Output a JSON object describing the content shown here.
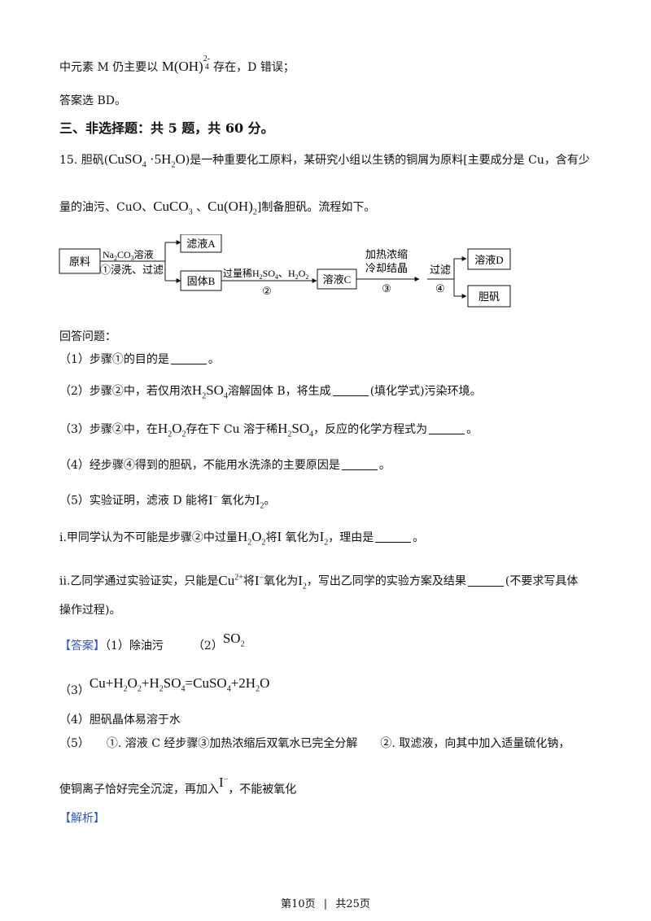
{
  "lines": {
    "l1_a": "中元素 M 仍主要以",
    "l1_f": "M(OH)",
    "l1_sup": "2-",
    "l1_sub": "4",
    "l1_b": " 存在，D 错误；",
    "l2": "答案选 BD。",
    "section_title": "三、非选择题：共 5 题，共 60 分。",
    "q15_a": "15. 胆矾(",
    "q15_f1": "CuSO",
    "q15_f1sub": "4",
    "q15_dot": " ·5H",
    "q15_f2sub": "2",
    "q15_o": "O",
    "q15_b": ")是一种重要化工原料，某研究小组以生锈的铜屑为原料[主要成分是 Cu，含有少",
    "q15b_a": "量的油污、CuO、",
    "q15b_f1": "CuCO",
    "q15b_f1sub": "3",
    "q15b_sep": " 、",
    "q15b_f2": "Cu(OH)",
    "q15b_f2sub": "2",
    "q15b_b": "]制备胆矾。流程如下。",
    "answer_intro": "回答问题：",
    "q1": "（1）步骤①的目的是",
    "q1_end": "。",
    "q2_a": "（2）步骤②中，若仅用浓",
    "q2_f": "H",
    "q2_fsub1": "2",
    "q2_f2": "SO",
    "q2_fsub2": "4",
    "q2_b": "溶解固体 B，将生成",
    "q2_c": "(填化学式)污染环境。",
    "q3_a": "（3）步骤②中，在",
    "q3_f1": "H",
    "q3_f1s": "2",
    "q3_f1b": "O",
    "q3_f1bs": "2",
    "q3_b": "存在下 Cu 溶于稀",
    "q3_f2": "H",
    "q3_f2s": "2",
    "q3_f2b": "SO",
    "q3_f2bs": "4",
    "q3_c": "，反应的化学方程式为",
    "q3_end": "。",
    "q4_a": "（4）经步骤④得到的胆矾，不能用水洗涤的主要原因是",
    "q4_end": "。",
    "q5_a": "（5）实验证明，滤液 D 能将",
    "q5_f1": "I",
    "q5_f1sup": "−",
    "q5_b": " 氧化为",
    "q5_f2": "I",
    "q5_f2sub": "2",
    "q5_end": "。",
    "qi_a": "i.甲同学认为不可能是步骤②中过量",
    "qi_f1": "H",
    "qi_f1s": "2",
    "qi_f1b": "O",
    "qi_f1bs": "2",
    "qi_b": "将",
    "qi_f2": "I",
    "qi_c": " 氧化为",
    "qi_f3": "I",
    "qi_f3s": "2",
    "qi_d": "，理由是",
    "qi_end": "。",
    "qii_a": "ii.乙同学通过实验证实，只能是",
    "qii_f1": "Cu",
    "qii_f1sup": "2+",
    "qii_b": "将",
    "qii_f2": "I",
    "qii_f2sup": "−",
    "qii_c": "氧化为",
    "qii_f3": "I",
    "qii_f3s": "2",
    "qii_d": "，写出乙同学的实验方案及结果",
    "qii_e": "(不要求写具体",
    "qii_cont": "操作过程)。",
    "ans_tag": "【答案】",
    "ans1": "（1）除油污",
    "ans2": "（2）",
    "ans2_f": "SO",
    "ans2_fs": "2",
    "ans3": "（3）",
    "ans3_f": "Cu+H",
    "ans3_s1": "2",
    "ans3_f2": "O",
    "ans3_s2": "2",
    "ans3_f3": "+H",
    "ans3_s3": "2",
    "ans3_f4": "SO",
    "ans3_s4": "4",
    "ans3_f5": "=CuSO",
    "ans3_s5": "4",
    "ans3_f6": "+2H",
    "ans3_s6": "2",
    "ans3_f7": "O",
    "ans4": "（4）胆矾晶体易溶于水",
    "ans5": "（5）　　①. 溶液 C 经步骤③加热浓缩后双氧水已完全分解　　②. 取滤液，向其中加入适量硫化钠，",
    "ans5_cont_a": "使铜离子恰好完全沉淀，再加入",
    "ans5_f": "I",
    "ans5_fsup": "−",
    "ans5_cont_b": "，不能被氧化",
    "analysis_tag": "【解析】"
  },
  "flow": {
    "raw": "原料",
    "reagent1_a": "Na",
    "reagent1_s1": "2",
    "reagent1_b": "CO",
    "reagent1_s2": "3",
    "reagent1_c": "溶液",
    "step1": "①浸洗、过滤",
    "filtrate_a": "滤液A",
    "solid_b": "固体B",
    "reagent2_a": "过量稀H",
    "reagent2_s1": "2",
    "reagent2_b": "SO",
    "reagent2_s2": "4",
    "reagent2_c": "、H",
    "reagent2_s3": "2",
    "reagent2_d": "O",
    "reagent2_s4": "2",
    "step2": "②",
    "solution_c": "溶液C",
    "reagent3_line1": "加热浓缩",
    "reagent3_line2": "冷却结晶",
    "step3": "③",
    "reagent4": "过滤",
    "step4": "④",
    "solution_d": "溶液D",
    "product": "胆矾"
  },
  "footer": {
    "page": "第10页",
    "sep": "|",
    "total": "共25页"
  }
}
